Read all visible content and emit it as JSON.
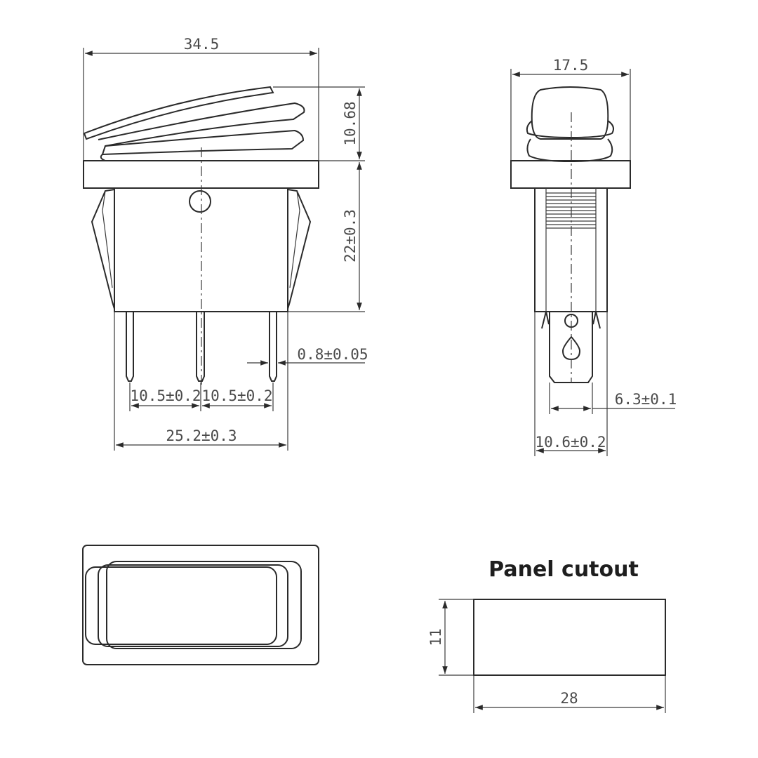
{
  "front_view": {
    "width": "34.5",
    "actuator_height": "10.68",
    "body_height": "22±0.3",
    "terminal_thickness": "0.8±0.05",
    "pitch_left": "10.5±0.2",
    "pitch_right": "10.5±0.2",
    "body_width": "25.2±0.3"
  },
  "side_view": {
    "width": "17.5",
    "terminal_width": "6.3±0.1",
    "body_depth": "10.6±0.2"
  },
  "panel_cutout": {
    "title": "Panel cutout",
    "height": "11",
    "width": "28"
  },
  "colors": {
    "line": "#2a2a2a",
    "text": "#4a4a4a"
  }
}
